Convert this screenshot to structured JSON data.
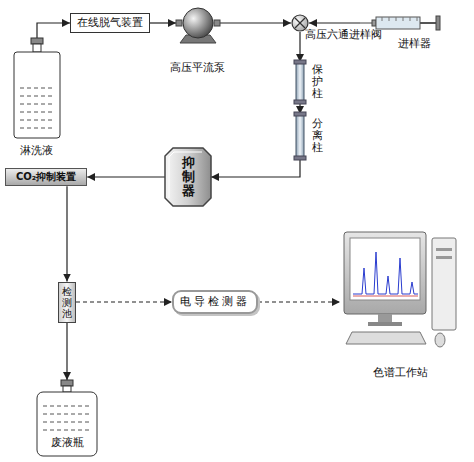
{
  "diagram": {
    "nodes": [
      {
        "text": [
          "在线脱气装置"
        ]
      },
      {
        "text": [
          "高压平流泵"
        ]
      },
      {
        "text": [
          "高压六通进样阀"
        ]
      },
      {
        "text": [
          "进样器"
        ]
      },
      {
        "text": [
          "淋洗液"
        ]
      },
      {
        "text": [
          "保护柱"
        ]
      },
      {
        "text": [
          "分离柱"
        ]
      },
      {
        "text": [
          "抑制器"
        ]
      },
      {
        "text": [
          "CO₂抑制装置"
        ]
      },
      {
        "text": [
          "检测池"
        ]
      },
      {
        "text": [
          "电导检测器"
        ]
      },
      {
        "text": [
          "色谱工作站"
        ]
      },
      {
        "text": [
          "废液瓶"
        ]
      }
    ],
    "edges": [
      {
        "from": 4,
        "to": 0,
        "arrow": "to"
      },
      {
        "from": 0,
        "to": 1,
        "arrow": "to"
      },
      {
        "from": 1,
        "to": 2,
        "arrow": "to"
      },
      {
        "from": 3,
        "to": 2,
        "arrow": "to"
      },
      {
        "from": 2,
        "to": 5,
        "arrow": "to"
      },
      {
        "from": 5,
        "to": 6,
        "arrow": "to"
      },
      {
        "from": 6,
        "to": 7,
        "arrow": "to"
      },
      {
        "from": 7,
        "to": 8,
        "arrow": "to"
      },
      {
        "from": 8,
        "to": 9,
        "arrow": "to"
      },
      {
        "from": 9,
        "to": 12,
        "arrow": "to"
      },
      {
        "from": 9,
        "to": 10,
        "arrow": "to"
      },
      {
        "from": 10,
        "to": 11,
        "arrow": "to"
      }
    ]
  }
}
